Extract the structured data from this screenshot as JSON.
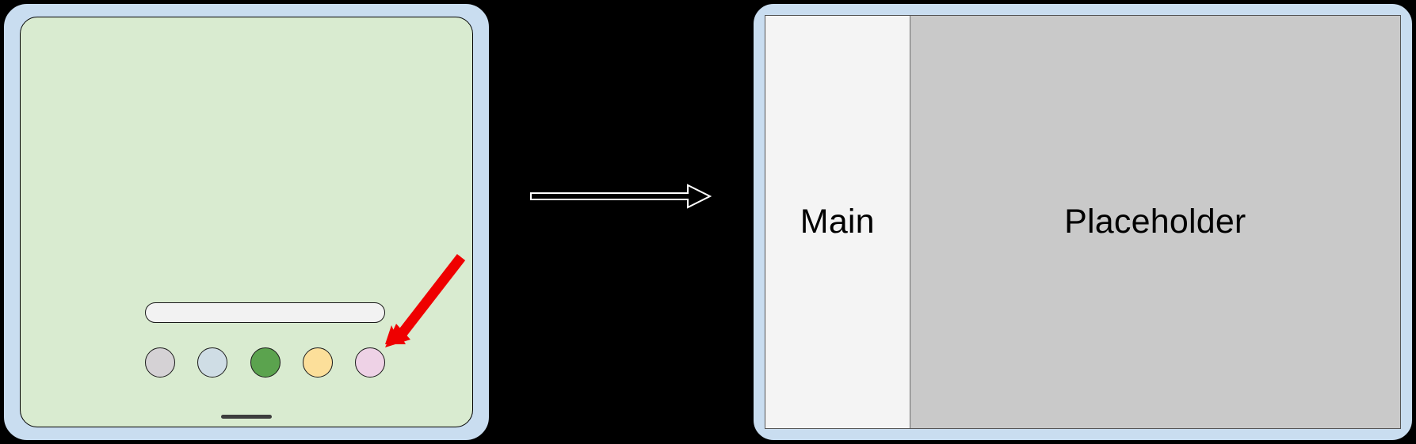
{
  "scene": {
    "background_color": "#000000",
    "description_left": "tablet-before-state",
    "description_right": "tablet-after-state"
  },
  "left_device": {
    "frame_color": "#c9ddf0",
    "screen_color": "#d9ebd0",
    "search_bar": {
      "value": "",
      "placeholder": "",
      "fill": "#f2f2f2"
    },
    "dots": [
      {
        "name": "dot-grey",
        "color": "#d5d2d5"
      },
      {
        "name": "dot-blue",
        "color": "#cfdde5"
      },
      {
        "name": "dot-green",
        "color": "#5ba34e"
      },
      {
        "name": "dot-yellow",
        "color": "#fcdf9a"
      },
      {
        "name": "dot-pink",
        "color": "#eed2e6"
      }
    ],
    "home_indicator_color": "#3d3d3d",
    "annotation": {
      "type": "arrow",
      "color": "#ef0000",
      "points_at": "dot-pink",
      "direction": "down-left"
    }
  },
  "transition": {
    "arrow_color": "#ffffff",
    "direction": "right"
  },
  "right_device": {
    "frame_color": "#c9ddf0",
    "panes": [
      {
        "label": "Main",
        "background": "#f4f4f4"
      },
      {
        "label": "Placeholder",
        "background": "#c9c9c9"
      }
    ]
  }
}
